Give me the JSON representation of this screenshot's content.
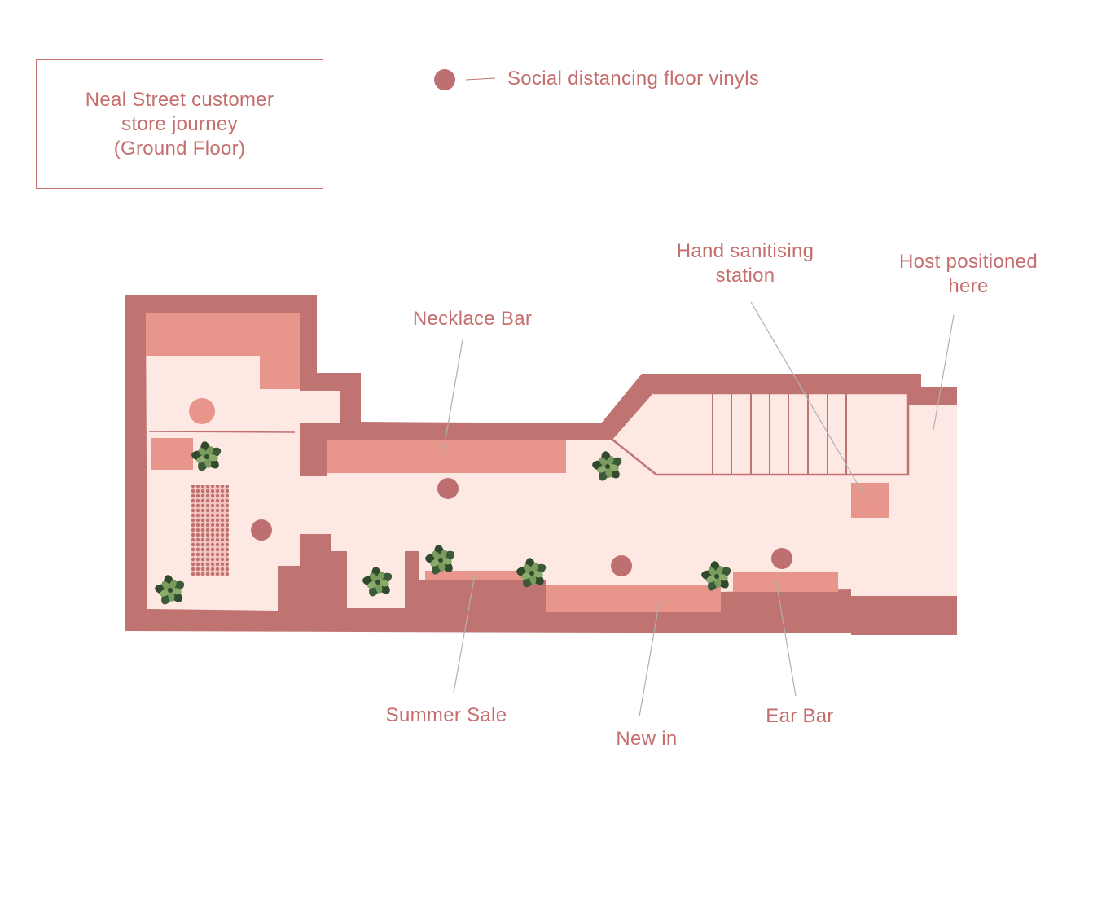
{
  "title": {
    "line1": "Neal Street customer",
    "line2": "store journey",
    "line3": "(Ground Floor)"
  },
  "legend": {
    "label": "Social distancing floor vinyls",
    "marker_color": "#be6f6f"
  },
  "labels": {
    "necklace_bar": "Necklace Bar",
    "hand_sanitising_1": "Hand sanitising",
    "hand_sanitising_2": "station",
    "host_1": "Host positioned",
    "host_2": "here",
    "summer_sale": "Summer Sale",
    "new_in": "New in",
    "ear_bar": "Ear Bar"
  },
  "colors": {
    "wall": "#bf7472",
    "floor": "#fde8e4",
    "fixture": "#e8958c",
    "vinyl": "#be6f6f",
    "vinyl_light": "#e8958c",
    "text": "#c56e6e",
    "plant_dark": "#2f4a2c",
    "plant_light": "#7a9b5e"
  },
  "icons": {
    "plant": "plant-icon",
    "floor_vinyl": "floor-vinyl-marker",
    "stairs": "stairs-icon"
  }
}
